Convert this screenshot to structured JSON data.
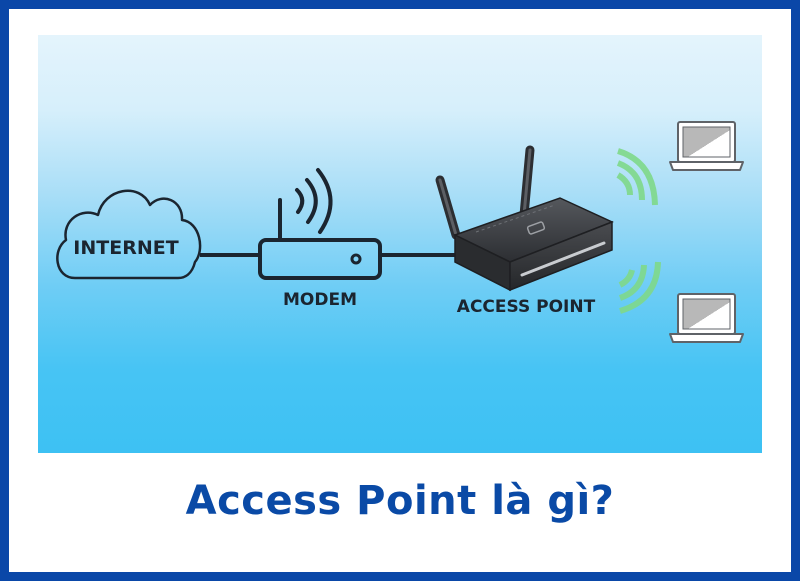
{
  "diagram": {
    "title": "Access Point là gì?",
    "nodes": [
      {
        "id": "internet",
        "label": "INTERNET",
        "shape": "cloud",
        "icon": "cloud-icon"
      },
      {
        "id": "modem",
        "label": "MODEM",
        "shape": "box-with-antenna",
        "icon": "modem-icon"
      },
      {
        "id": "access_point",
        "label": "ACCESS POINT",
        "shape": "router-device",
        "icon": "router-icon"
      },
      {
        "id": "laptop_1",
        "label": "",
        "shape": "laptop",
        "icon": "laptop-icon"
      },
      {
        "id": "laptop_2",
        "label": "",
        "shape": "laptop",
        "icon": "laptop-icon"
      }
    ],
    "edges": [
      {
        "from": "internet",
        "to": "modem",
        "type": "wired"
      },
      {
        "from": "modem",
        "to": "access_point",
        "type": "wired"
      },
      {
        "from": "access_point",
        "to": "laptop_1",
        "type": "wireless"
      },
      {
        "from": "access_point",
        "to": "laptop_2",
        "type": "wireless"
      }
    ]
  },
  "colors": {
    "border": "#0A47A8",
    "title": "#0A4AA6",
    "gradient_top": "#E4F4FC",
    "gradient_bottom": "#3DC1F3",
    "stroke": "#1b2530",
    "wifi_signal": "#7FD98A",
    "router_body": "#3a3c40"
  }
}
